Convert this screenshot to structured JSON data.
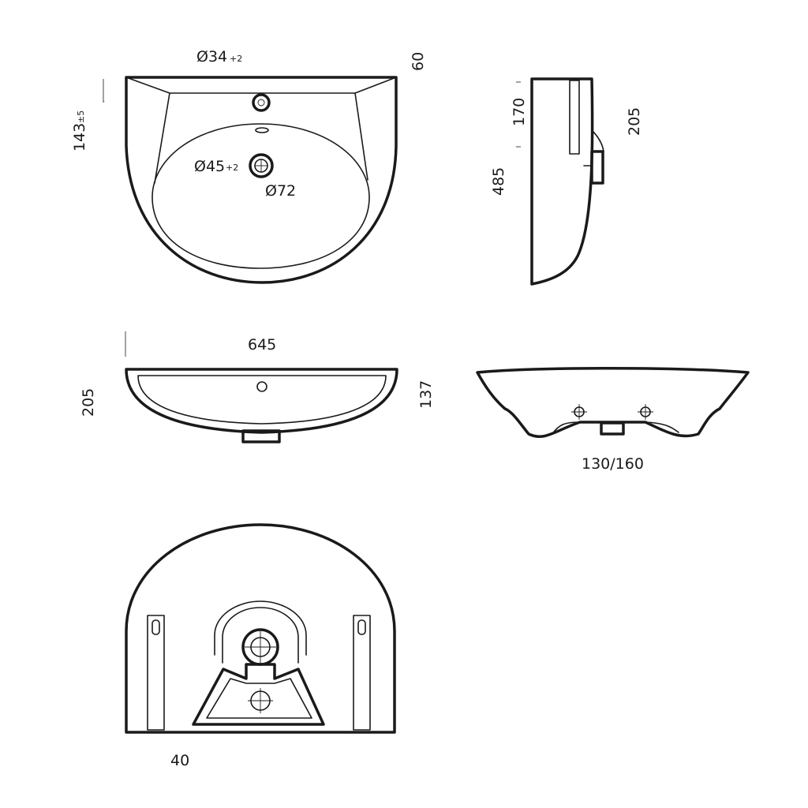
{
  "dimensions": {
    "tap_hole": {
      "value": "Ø34",
      "tolerance": "+2"
    },
    "depth_top": "60",
    "height_left": {
      "value": "143",
      "tolerance": "±5"
    },
    "drain_hole": {
      "value": "Ø45",
      "tolerance": "+2"
    },
    "drain_outer": "Ø72",
    "side_upper": "170",
    "side_right": "205",
    "side_total": "485",
    "width": "645",
    "front_height": "205",
    "front_depth": "137",
    "fixing_spacing": "130/160",
    "bottom_offset": "40"
  }
}
